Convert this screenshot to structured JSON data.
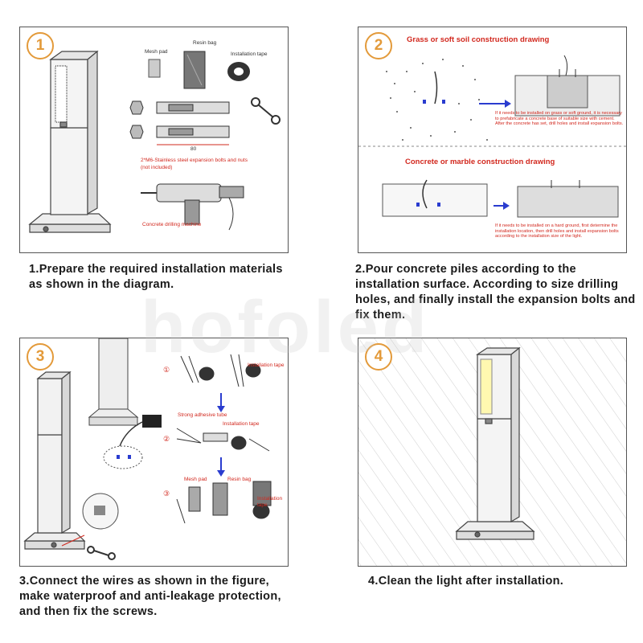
{
  "watermark": "hofoled",
  "panels": [
    {
      "number": "1",
      "caption": "1.Prepare the required installation materials as shown in the diagram.",
      "labels": {
        "mesh_pad": "Mesh pad",
        "resin_bag": "Resin bag",
        "installation_tape": "Installation tape",
        "bolt_dim": "80",
        "bolts": "2*M6-Stainless steel expansion bolts and nuts",
        "bolts_note": "(not included)",
        "drill": "Concrete drilling machine"
      }
    },
    {
      "number": "2",
      "caption": "2.Pour concrete piles according to the installation surface. According to size drilling holes, and finally install the expansion bolts and fix them.",
      "labels": {
        "grass_title": "Grass or soft soil construction drawing",
        "grass_note": "If it needs to be installed on grass or soft ground, it is necessary to prefabricate a concrete base of suitable size with cement. After the concrete has set, drill holes and install expansion bolts.",
        "concrete_title": "Concrete or marble construction drawing",
        "concrete_note": "If it needs to be installed on a hard ground, first determine the installation location, then drill holes and install expansion bolts according to the installation size of the light."
      }
    },
    {
      "number": "3",
      "caption": "3.Connect the wires as shown in the figure, make waterproof and anti-leakage protection, and then fix the screws.",
      "labels": {
        "step1": "①",
        "step2": "②",
        "step3": "③",
        "installation_tape_1": "Installation tape",
        "strong_tube": "Strong adhesive tube",
        "installation_tape_2": "Installation tape",
        "mesh_pad": "Mesh pad",
        "resin_bag": "Resin bag",
        "installation_tape_3": "Installation tape"
      }
    },
    {
      "number": "4",
      "caption": "4.Clean the light after installation."
    }
  ]
}
